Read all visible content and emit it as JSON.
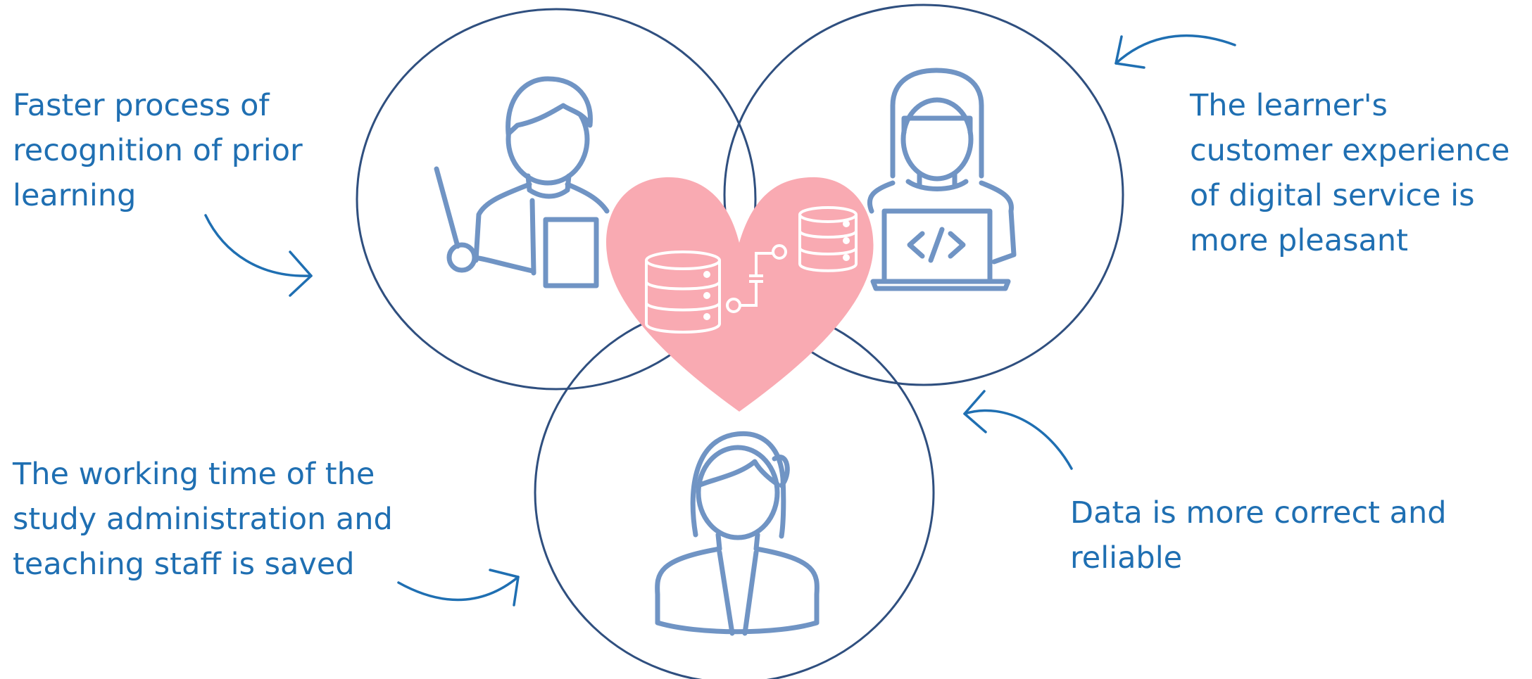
{
  "captions": {
    "top_left": [
      "Faster process of",
      "recognition of prior",
      "learning"
    ],
    "top_right": [
      "The learner's",
      "customer experience",
      "of digital service is",
      "more pleasant"
    ],
    "bottom_left": [
      "The working time of the",
      "study administration and",
      "teaching staff is saved"
    ],
    "bottom_right": [
      "Data is more correct and",
      "reliable"
    ]
  },
  "colors": {
    "text": "#1f6fb2",
    "circle_outline": "#2f4f7f",
    "figure_line": "#7094c4",
    "heart_fill": "#f9aab2",
    "arrow": "#1f6fb2",
    "database_line": "#ffffff"
  },
  "icons": [
    "teacher-icon",
    "learner-laptop-icon",
    "administrator-icon",
    "heart-icon",
    "database-icon",
    "code-icon",
    "arrow-icon"
  ]
}
